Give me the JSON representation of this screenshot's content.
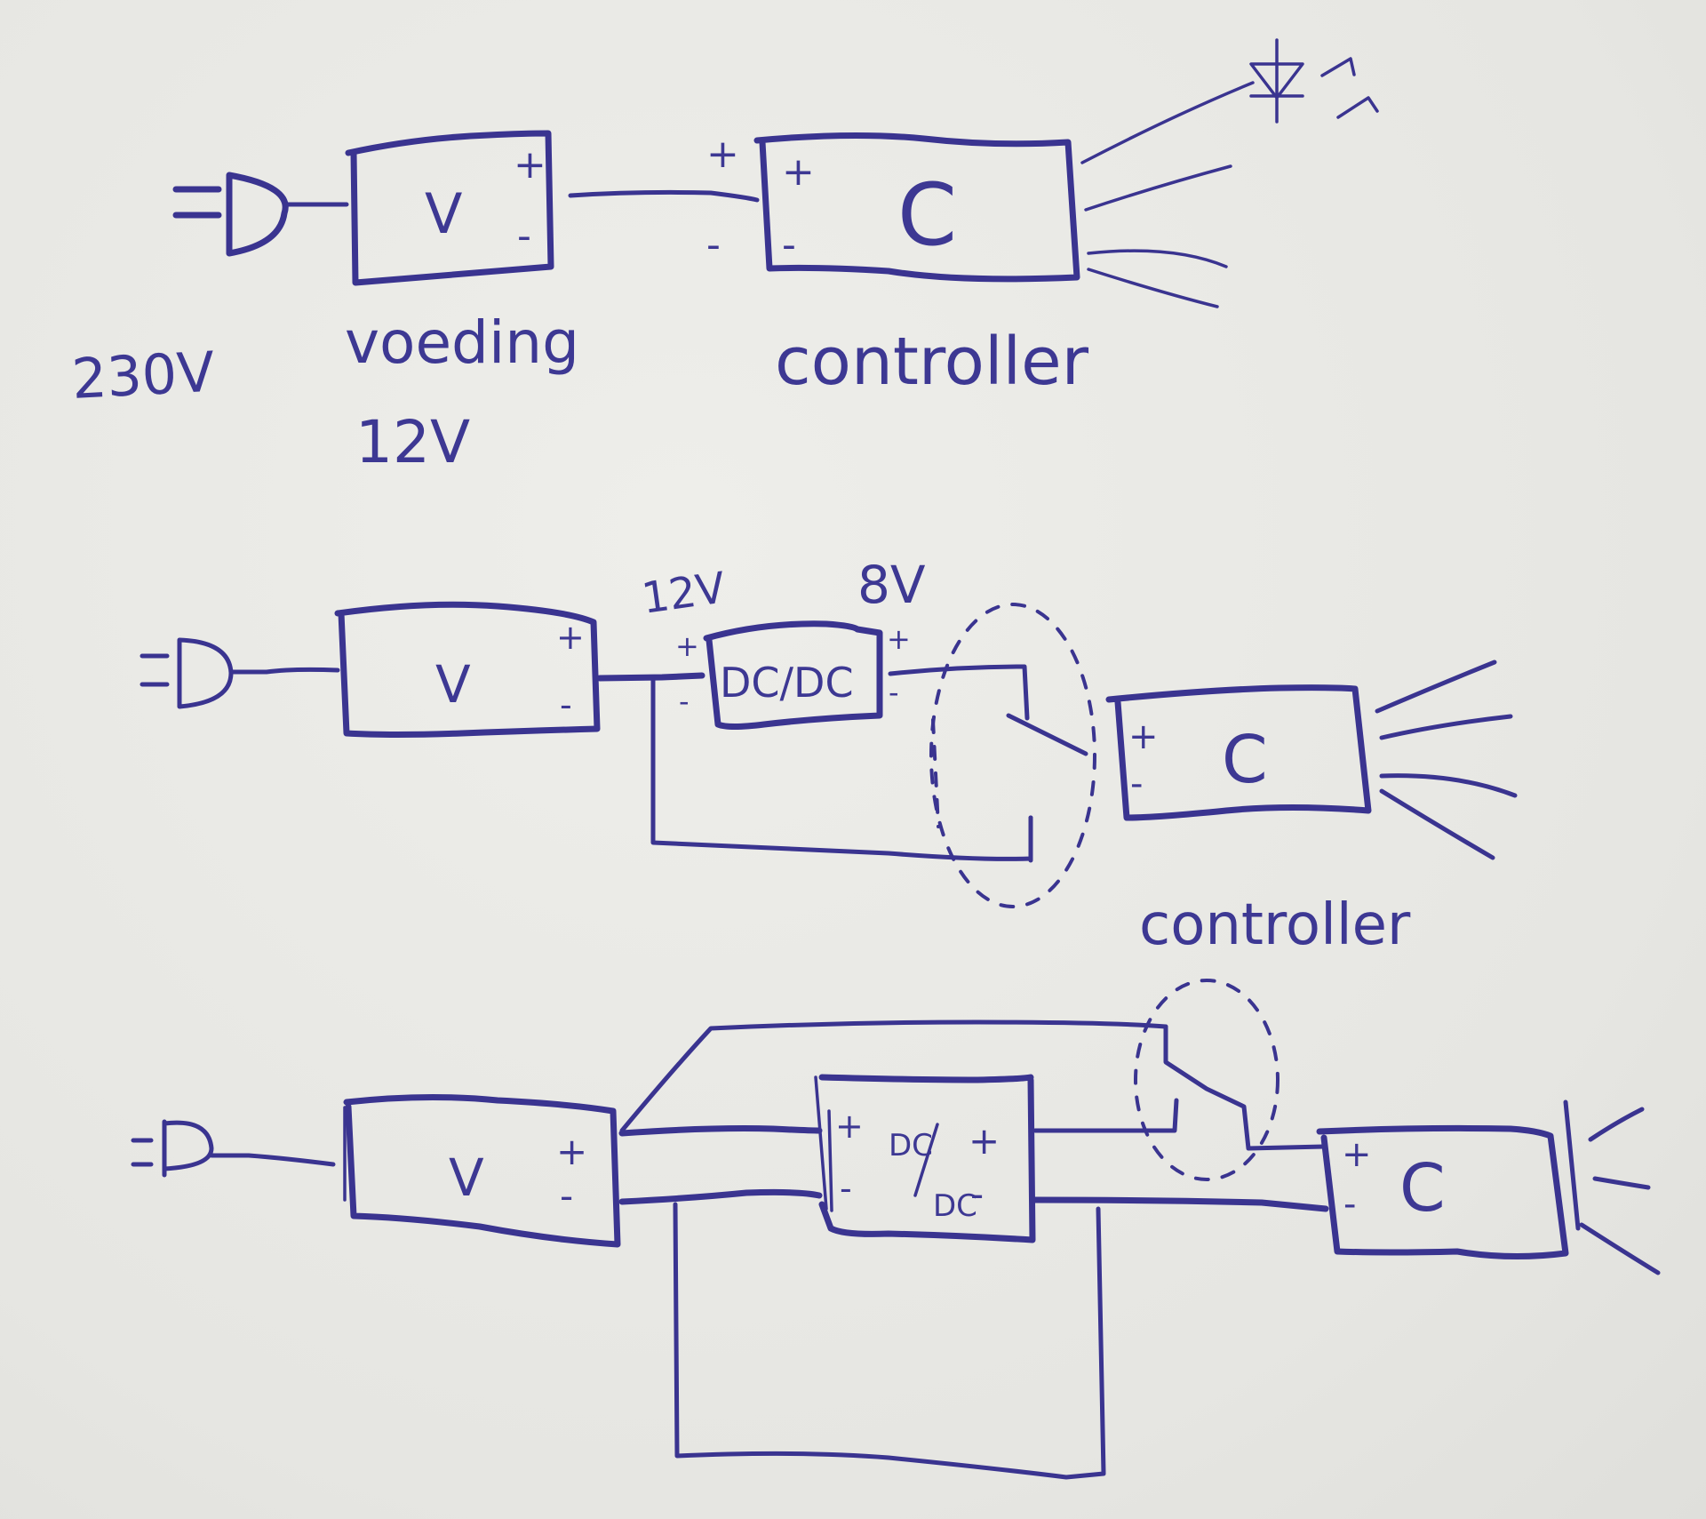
{
  "document": {
    "kind": "hand-drawn wiring sketch",
    "ink_color": "#3a3490",
    "paper_color": "#e9e9e5"
  },
  "diagrams": [
    {
      "id": "top",
      "description": "Plug to power supply to controller to LED strip outputs",
      "plug_label": "230V",
      "psu": {
        "symbol": "V",
        "label_line1": "voeding",
        "label_line2": "12V",
        "plus": "+",
        "minus": "-"
      },
      "controller": {
        "symbol": "C",
        "label": "controller",
        "plus": "+",
        "minus": "-"
      },
      "wire_polarity": {
        "plus": "+",
        "minus": "-"
      },
      "outputs": [
        "led",
        "wire",
        "wire",
        "wire"
      ],
      "led_icon": "led-diode-icon"
    },
    {
      "id": "middle",
      "description": "Power supply feeding DC/DC converter, 8V output switched to controller",
      "psu": {
        "symbol": "V",
        "plus": "+",
        "minus": "-"
      },
      "converter": {
        "symbol": "DC/DC",
        "input_label": "12V",
        "output_label": "8V",
        "plus": "+",
        "minus": "-"
      },
      "controller": {
        "symbol": "C",
        "label": "controller",
        "plus": "+",
        "minus": "-"
      },
      "switch_highlight": "dashed circle",
      "outputs": [
        "wire",
        "wire",
        "wire",
        "wire"
      ]
    },
    {
      "id": "bottom",
      "description": "Power supply feeding DC/DC converter with bypass line, switched to controller",
      "psu": {
        "symbol": "V",
        "plus": "+",
        "minus": "-"
      },
      "converter": {
        "symbol_top": "DC",
        "symbol_bottom": "DC",
        "plus": "+",
        "minus": "-"
      },
      "controller": {
        "symbol": "C",
        "plus": "+",
        "minus": "-"
      },
      "switch_highlight": "dashed circle",
      "outputs": [
        "wire",
        "wire",
        "wire"
      ]
    }
  ]
}
